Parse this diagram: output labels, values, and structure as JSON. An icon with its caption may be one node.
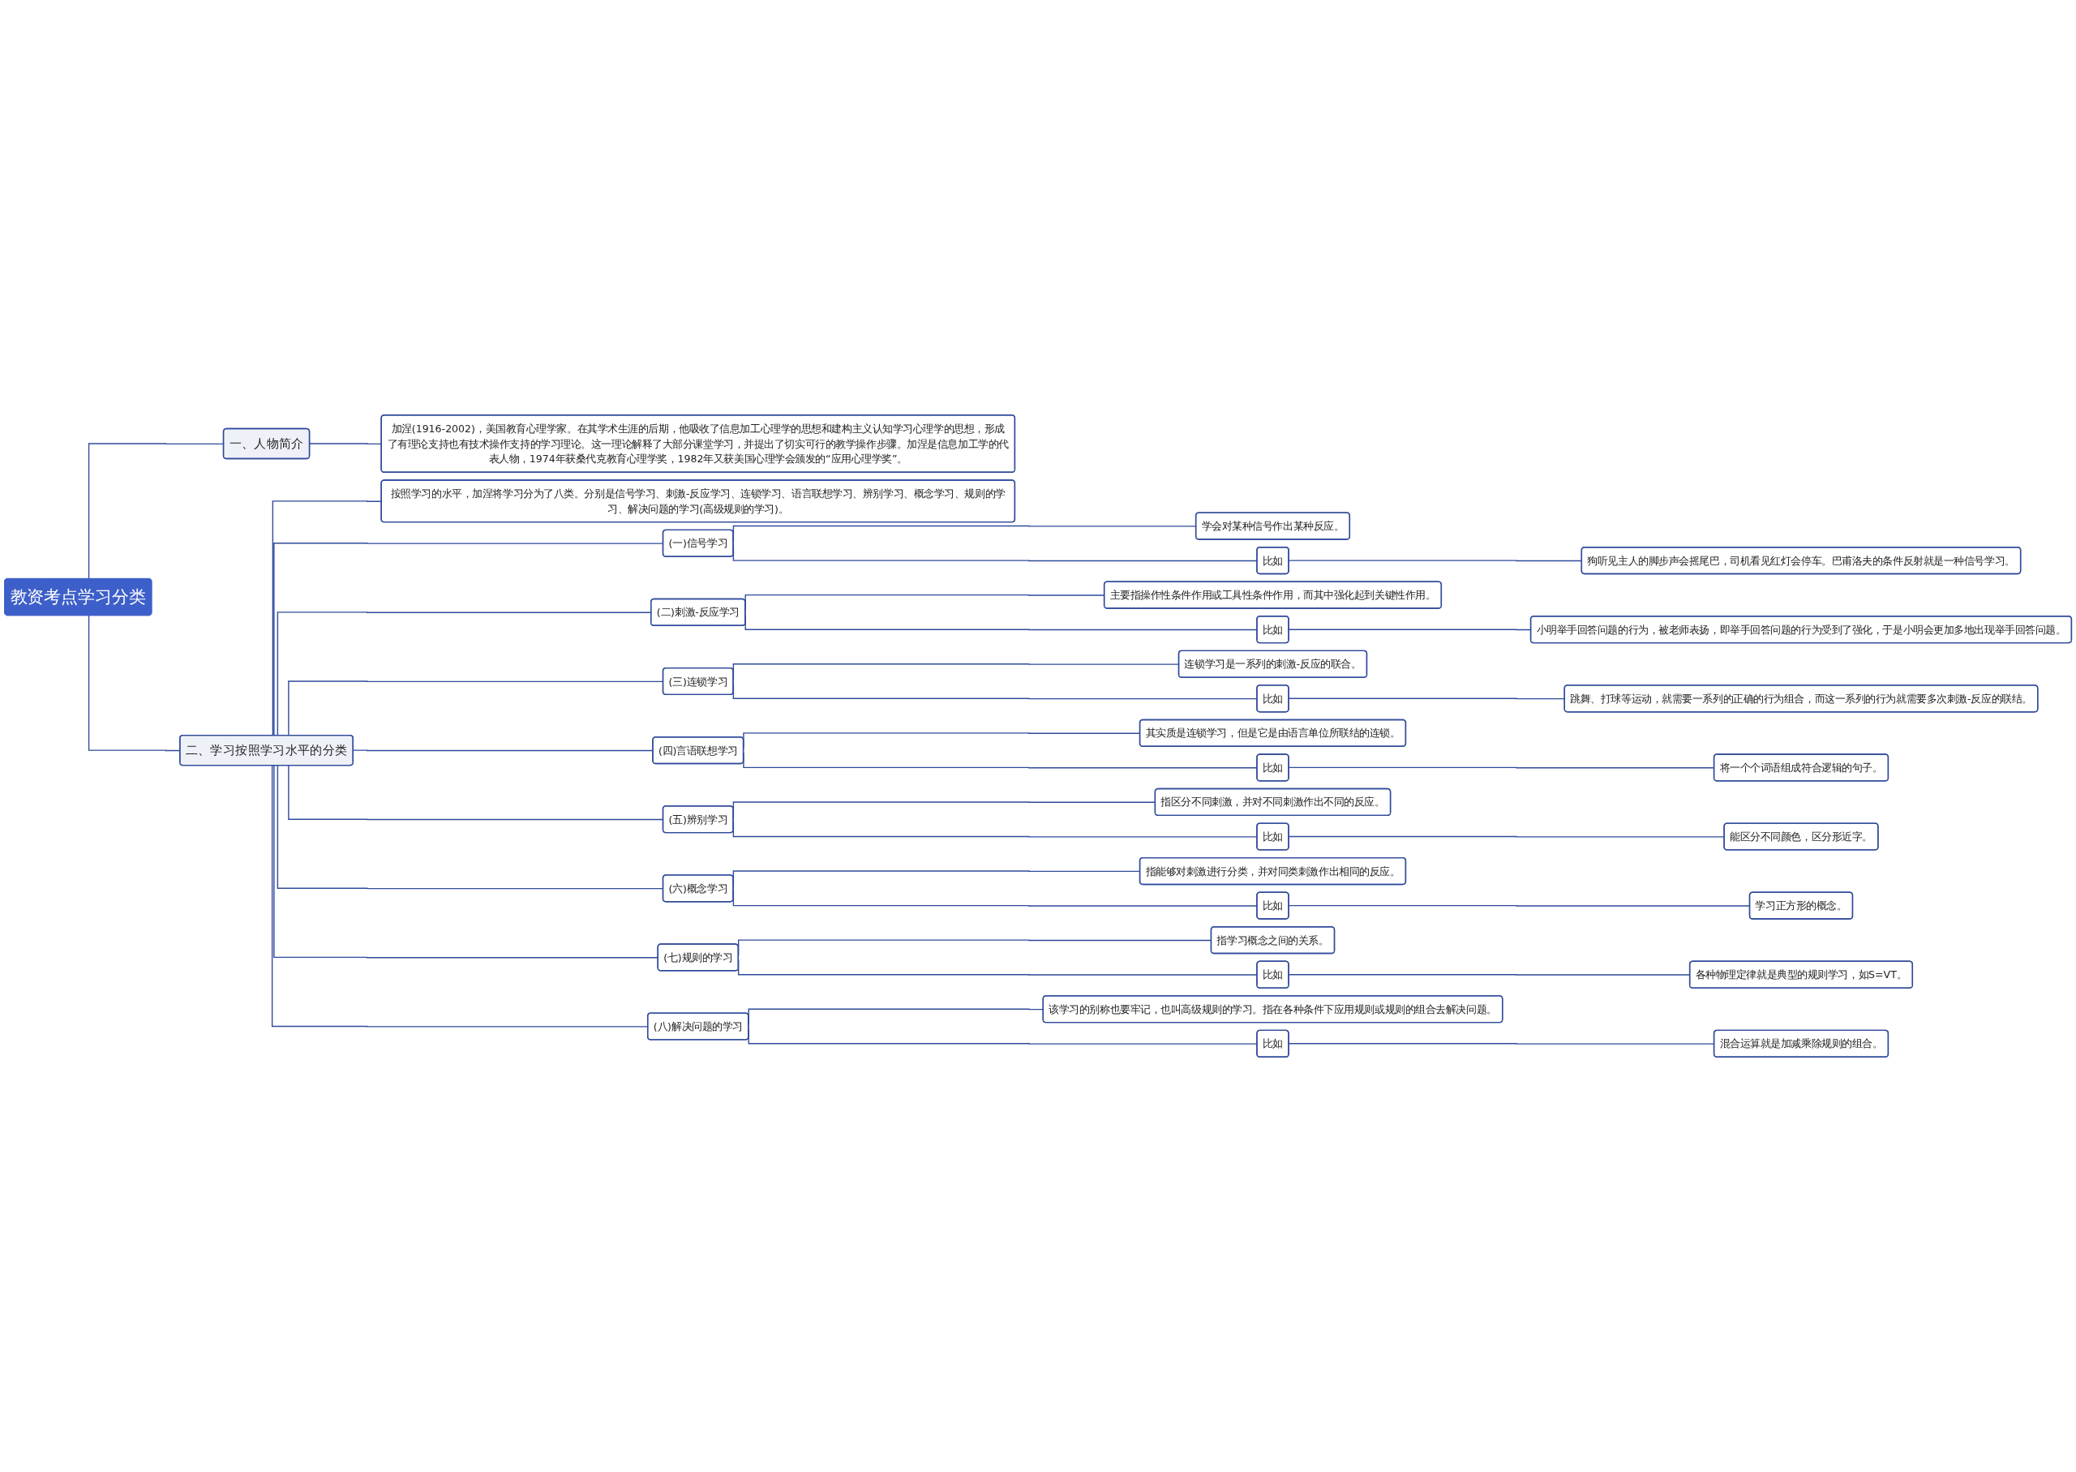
{
  "diagram": {
    "nodes": [
      {
        "text": [
          "教资考点学习分类"
        ]
      },
      {
        "text": [
          "一、人物简介"
        ]
      },
      {
        "text": [
          "加涅(1916-2002)，美国教育心理学家。在其学术生涯的后期，他吸收了信息加工心理学的思想和建构主义认知学习心理学的思想，形成了有理论支持也有技术操作支持的学习理论。这一理论解释了大部分课堂学习，并提出了切实可行的教学操作步骤。加涅是信息加工学的代表人物，1974年获桑代克教育心理学奖，1982年又获美国心理学会颁发的“应用心理学奖”。"
        ]
      },
      {
        "text": [
          "二、学习按照学习水平的分类"
        ]
      },
      {
        "text": [
          "按照学习的水平，加涅将学习分为了八类。分别是信号学习、刺激-反应学习、连锁学习、语言联想学习、辨别学习、概念学习、规则的学习、解决问题的学习(高级规则的学习)。"
        ]
      },
      {
        "text": [
          "(一)信号学习"
        ]
      },
      {
        "text": [
          "学会对某种信号作出某种反应。"
        ]
      },
      {
        "text": [
          "比如"
        ]
      },
      {
        "text": [
          "狗听见主人的脚步声会摇尾巴，司机看见红灯会停车。巴甫洛夫的条件反射就是一种信号学习。"
        ]
      },
      {
        "text": [
          "(二)刺激-反应学习"
        ]
      },
      {
        "text": [
          "主要指操作性条件作用或工具性条件作用，而其中强化起到关键性作用。"
        ]
      },
      {
        "text": [
          "比如"
        ]
      },
      {
        "text": [
          "小明举手回答问题的行为，被老师表扬，即举手回答问题的行为受到了强化，于是小明会更加多地出现举手回答问题。"
        ]
      },
      {
        "text": [
          "(三)连锁学习"
        ]
      },
      {
        "text": [
          "连锁学习是一系列的刺激-反应的联合。"
        ]
      },
      {
        "text": [
          "比如"
        ]
      },
      {
        "text": [
          "跳舞、打球等运动，就需要一系列的正确的行为组合，而这一系列的行为就需要多次刺激-反应的联结。"
        ]
      },
      {
        "text": [
          "(四)言语联想学习"
        ]
      },
      {
        "text": [
          "其实质是连锁学习，但是它是由语言单位所联结的连锁。"
        ]
      },
      {
        "text": [
          "比如"
        ]
      },
      {
        "text": [
          "将一个个词语组成符合逻辑的句子。"
        ]
      },
      {
        "text": [
          "(五)辨别学习"
        ]
      },
      {
        "text": [
          "指区分不同刺激，并对不同刺激作出不同的反应。"
        ]
      },
      {
        "text": [
          "比如"
        ]
      },
      {
        "text": [
          "能区分不同颜色，区分形近字。"
        ]
      },
      {
        "text": [
          "(六)概念学习"
        ]
      },
      {
        "text": [
          "指能够对刺激进行分类，并对同类刺激作出相同的反应。"
        ]
      },
      {
        "text": [
          "比如"
        ]
      },
      {
        "text": [
          "学习正方形的概念。"
        ]
      },
      {
        "text": [
          "(七)规则的学习"
        ]
      },
      {
        "text": [
          "指学习概念之间的关系。"
        ]
      },
      {
        "text": [
          "比如"
        ]
      },
      {
        "text": [
          "各种物理定律就是典型的规则学习，如S=VT。"
        ]
      },
      {
        "text": [
          "(八)解决问题的学习"
        ]
      },
      {
        "text": [
          "该学习的别称也要牢记，也叫高级规则的学习。指在各种条件下应用规则或规则的组合去解决问题。"
        ]
      },
      {
        "text": [
          "比如"
        ]
      },
      {
        "text": [
          "混合运算就是加减乘除规则的组合。"
        ]
      }
    ],
    "edges": [
      {
        "from": 0,
        "to": 1,
        "arrow": "none"
      },
      {
        "from": 1,
        "to": 2,
        "arrow": "none"
      },
      {
        "from": 0,
        "to": 3,
        "arrow": "none"
      },
      {
        "from": 3,
        "to": 4,
        "arrow": "none"
      },
      {
        "from": 3,
        "to": 5,
        "arrow": "none"
      },
      {
        "from": 5,
        "to": 6,
        "arrow": "none"
      },
      {
        "from": 5,
        "to": 7,
        "arrow": "none"
      },
      {
        "from": 7,
        "to": 8,
        "arrow": "none"
      },
      {
        "from": 3,
        "to": 9,
        "arrow": "none"
      },
      {
        "from": 9,
        "to": 10,
        "arrow": "none"
      },
      {
        "from": 9,
        "to": 11,
        "arrow": "none"
      },
      {
        "from": 11,
        "to": 12,
        "arrow": "none"
      },
      {
        "from": 3,
        "to": 13,
        "arrow": "none"
      },
      {
        "from": 13,
        "to": 14,
        "arrow": "none"
      },
      {
        "from": 13,
        "to": 15,
        "arrow": "none"
      },
      {
        "from": 15,
        "to": 16,
        "arrow": "none"
      },
      {
        "from": 3,
        "to": 17,
        "arrow": "none"
      },
      {
        "from": 17,
        "to": 18,
        "arrow": "none"
      },
      {
        "from": 17,
        "to": 19,
        "arrow": "none"
      },
      {
        "from": 19,
        "to": 20,
        "arrow": "none"
      },
      {
        "from": 3,
        "to": 21,
        "arrow": "none"
      },
      {
        "from": 21,
        "to": 22,
        "arrow": "none"
      },
      {
        "from": 21,
        "to": 23,
        "arrow": "none"
      },
      {
        "from": 23,
        "to": 24,
        "arrow": "none"
      },
      {
        "from": 3,
        "to": 25,
        "arrow": "none"
      },
      {
        "from": 25,
        "to": 26,
        "arrow": "none"
      },
      {
        "from": 25,
        "to": 27,
        "arrow": "none"
      },
      {
        "from": 27,
        "to": 28,
        "arrow": "none"
      },
      {
        "from": 3,
        "to": 29,
        "arrow": "none"
      },
      {
        "from": 29,
        "to": 30,
        "arrow": "none"
      },
      {
        "from": 29,
        "to": 31,
        "arrow": "none"
      },
      {
        "from": 31,
        "to": 32,
        "arrow": "none"
      },
      {
        "from": 3,
        "to": 33,
        "arrow": "none"
      },
      {
        "from": 33,
        "to": 34,
        "arrow": "none"
      },
      {
        "from": 33,
        "to": 35,
        "arrow": "none"
      },
      {
        "from": 35,
        "to": 36,
        "arrow": "none"
      }
    ]
  }
}
